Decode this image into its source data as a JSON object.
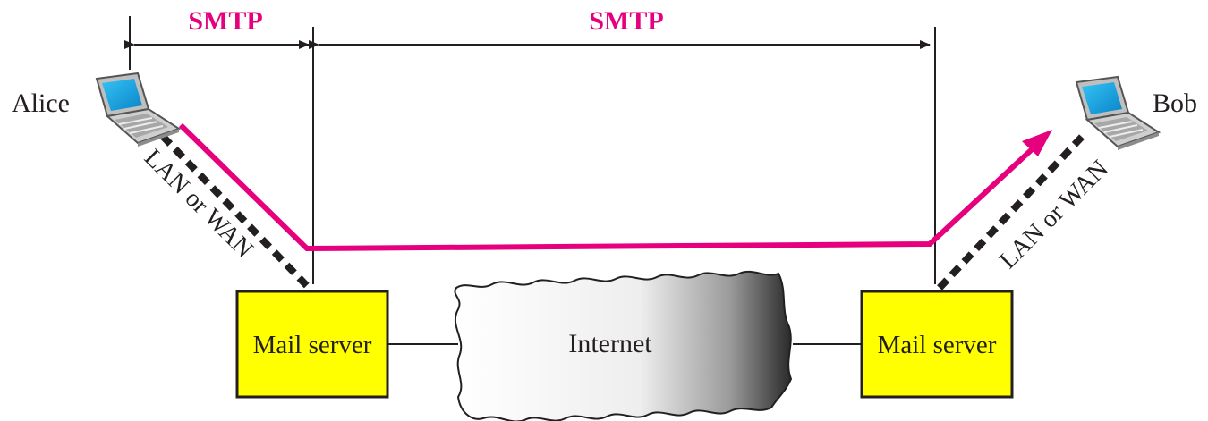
{
  "protocol_labels": {
    "left": "SMTP",
    "middle": "SMTP"
  },
  "hosts": {
    "sender": "Alice",
    "receiver": "Bob"
  },
  "links": {
    "left": "LAN or WAN",
    "right": "LAN or WAN"
  },
  "servers": {
    "left": "Mail server",
    "right": "Mail server"
  },
  "network": "Internet",
  "colors": {
    "smtp_path": "#e6007e",
    "server_fill": "#ffff00",
    "laptop_screen": "#0aa6e6",
    "text": "#231f20"
  },
  "icons": {
    "sender_device": "laptop-icon",
    "receiver_device": "laptop-icon",
    "network_shape": "cloud-icon"
  }
}
